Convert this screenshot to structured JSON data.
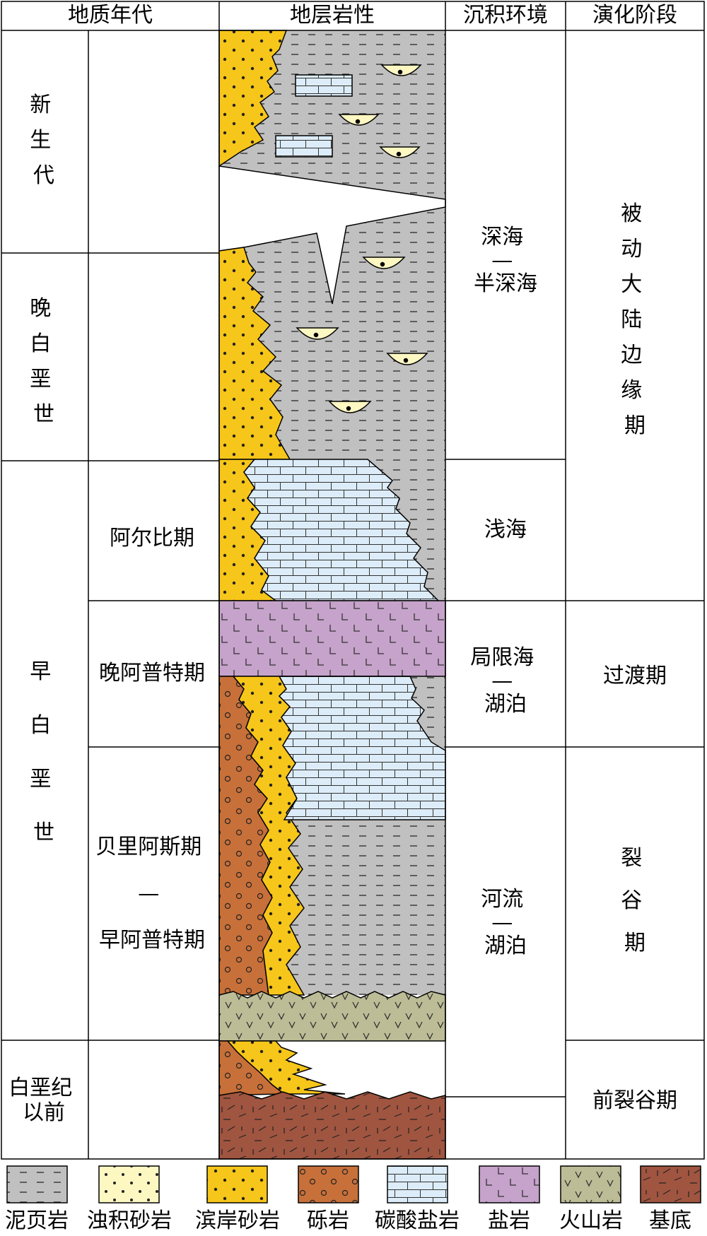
{
  "headers": {
    "geologic_age": "地质年代",
    "lithology": "地层岩性",
    "environment": "沉积环境",
    "stage": "演化阶段"
  },
  "eras": {
    "cenozoic": [
      "新",
      "生",
      "代"
    ],
    "late_cretaceous": [
      "晚",
      "白",
      "垩",
      "世"
    ],
    "early_cretaceous": [
      "早",
      "白",
      "垩",
      "世"
    ],
    "pre_cretaceous": [
      "白垩纪",
      "以前"
    ]
  },
  "periods": {
    "albian": "阿尔比期",
    "late_aptian": "晚阿普特期",
    "barremian_aptian": [
      "贝里阿斯期",
      "—",
      "早阿普特期"
    ]
  },
  "environments": {
    "deep_sea": [
      "深海",
      "—",
      "半深海"
    ],
    "shallow_sea": "浅海",
    "restricted_sea": [
      "局限海",
      "—",
      "湖泊"
    ],
    "river_lake": [
      "河流",
      "—",
      "湖泊"
    ]
  },
  "stages": {
    "passive_margin": [
      "被",
      "动",
      "大",
      "陆",
      "边",
      "缘",
      "期"
    ],
    "transition": "过渡期",
    "rift": [
      "裂",
      "谷",
      "期"
    ],
    "pre_rift": "前裂谷期"
  },
  "legend": [
    {
      "key": "mudstone",
      "label": "泥页岩"
    },
    {
      "key": "turbidite",
      "label": "浊积砂岩"
    },
    {
      "key": "coastal",
      "label": "滨岸砂岩"
    },
    {
      "key": "conglomerate",
      "label": "砾岩"
    },
    {
      "key": "carbonate",
      "label": "碳酸盐岩"
    },
    {
      "key": "salt",
      "label": "盐岩"
    },
    {
      "key": "volcanic",
      "label": "火山岩"
    },
    {
      "key": "basement",
      "label": "基底"
    }
  ],
  "colors": {
    "mudstone": "#c0c0c0",
    "turbidite": "#fdf7c2",
    "coastal": "#f7c61a",
    "conglomerate": "#c8703a",
    "carbonate": "#dcecf8",
    "salt": "#c6a3cb",
    "volcanic": "#bcbc96",
    "basement": "#a05540"
  }
}
